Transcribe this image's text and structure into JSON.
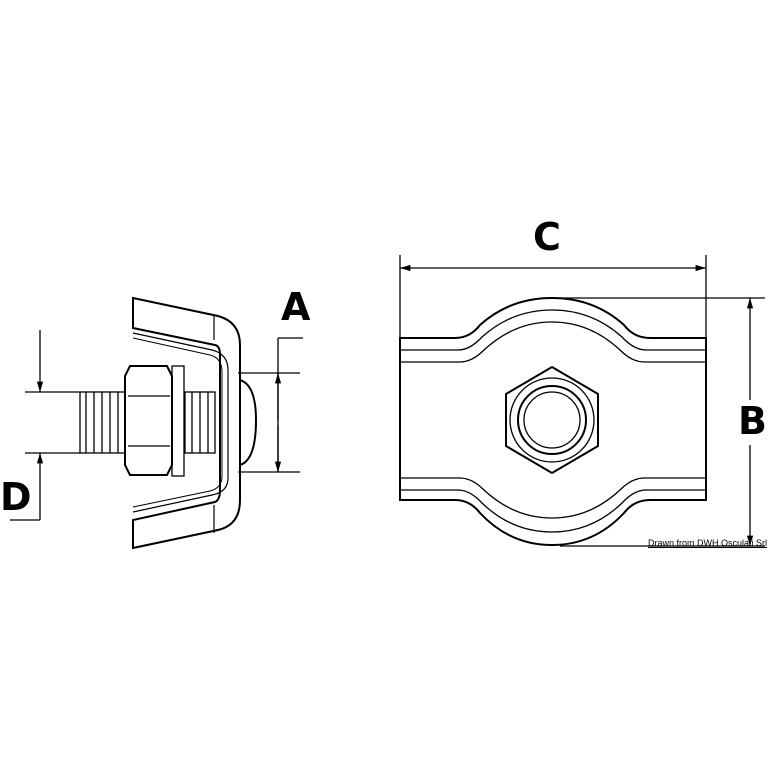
{
  "labels": {
    "A": "A",
    "B": "B",
    "C": "C",
    "D": "D"
  },
  "credit": "Drawn from DWH Osculati Srl",
  "colors": {
    "line": "#000000",
    "background": "#ffffff"
  }
}
